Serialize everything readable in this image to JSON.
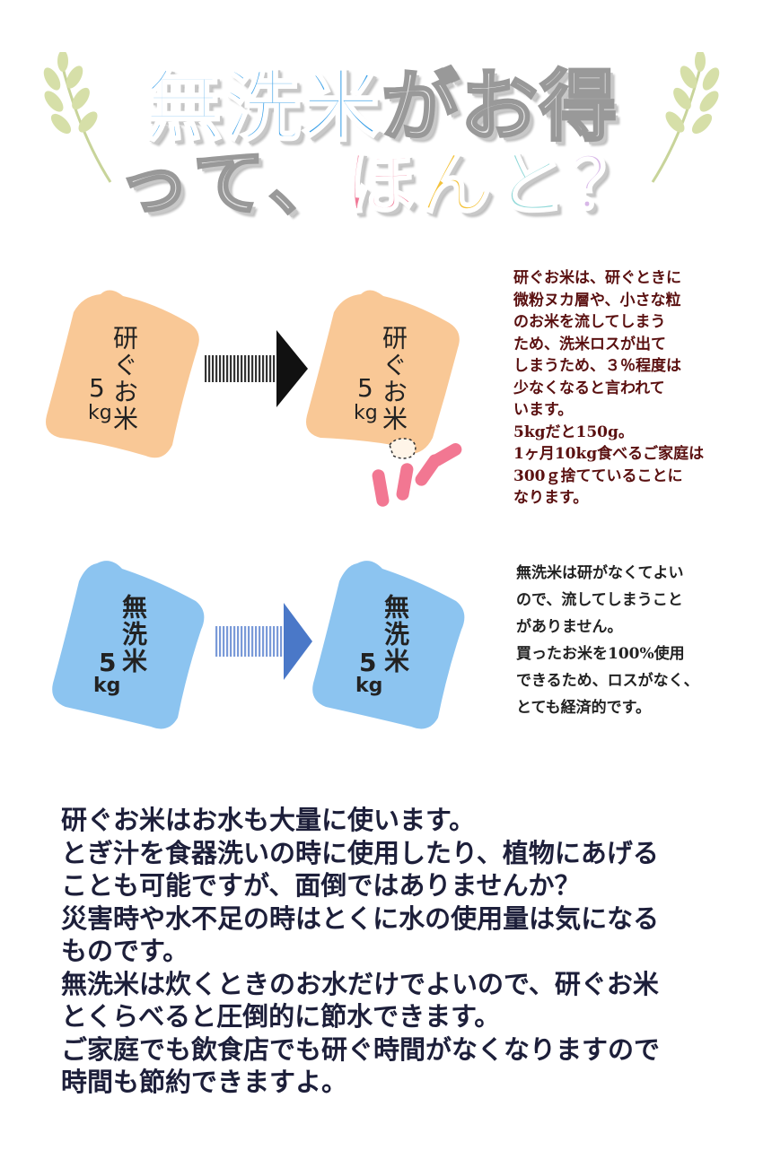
{
  "title": {
    "line1": [
      {
        "ch": "無",
        "color": "#3aa0e8"
      },
      {
        "ch": "洗",
        "color": "#3aa0e8"
      },
      {
        "ch": "米",
        "color": "#3aa0e8"
      },
      {
        "ch": "が",
        "color": "#e8e8e8"
      },
      {
        "ch": "お",
        "color": "#e8e8e8"
      },
      {
        "ch": "得",
        "color": "#e8e8e8"
      }
    ],
    "line2": [
      {
        "ch": "っ",
        "color": "#e6e6e6"
      },
      {
        "ch": "て",
        "color": "#e6e6e6"
      },
      {
        "ch": "、",
        "color": "#e6e6e6"
      },
      {
        "ch": "ほ",
        "color": "#f07a98"
      },
      {
        "ch": "ん",
        "color": "#f4c33c"
      },
      {
        "ch": "と",
        "color": "#8fd8d8"
      },
      {
        "ch": "？",
        "color": "#d8b8e8"
      }
    ]
  },
  "bag_top": {
    "line1": "研ぐお米",
    "weight": "5",
    "unit": "kg"
  },
  "bag_bottom": {
    "line1": "無洗米",
    "weight": "5",
    "unit": "kg"
  },
  "note_top": "研ぐお米は、研ぐときに\n微粉ヌカ層や、小さな粒\nのお米を流してしまう\nため、洗米ロスが出て\nしまうため、３％程度は\n少なくなると言われて\nいます。\n5kgだと150g。\n1ヶ月10kg食べるご家庭は\n300ｇ捨てていることに\nなります。",
  "note_bottom": "無洗米は研がなくてよい\nので、流してしまうこと\nがありません。\n買ったお米を100%使用\nできるため、ロスがなく、\nとても経済的です。",
  "body_text": "研ぐお米はお水も大量に使います。\nとぎ汁を食器洗いの時に使用したり、植物にあげる\nことも可能ですが、面倒ではありませんか？\n災害時や水不足の時はとくに水の使用量は気になる\nものです。\n無洗米は炊くときのお水だけでよいので、研ぐお米\nとくらべると圧倒的に節水できます。\nご家庭でも飲食店でも研ぐ時間がなくなりますので\n時間も節約できますよ。",
  "colors": {
    "orange_bag": "#f9c896",
    "blue_bag": "#8cc4f0",
    "arrow_dark": "#111111",
    "arrow_blue": "#4a78c8",
    "loss": "#f06080"
  }
}
